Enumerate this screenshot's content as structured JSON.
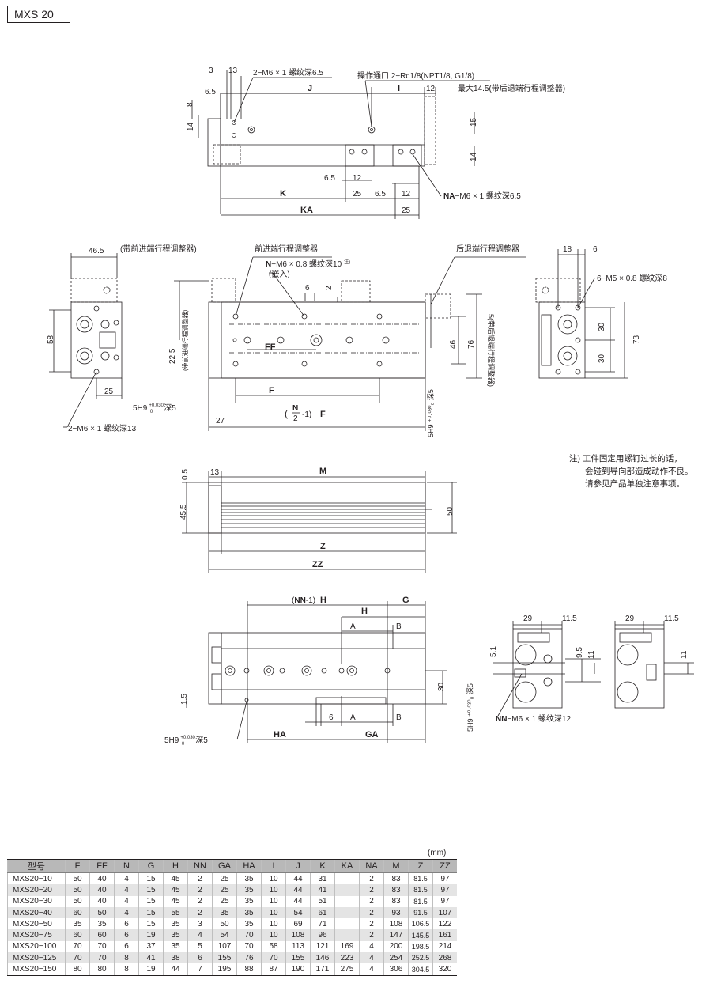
{
  "header": {
    "model_tag": "MXS 20"
  },
  "colors": {
    "line": "#231f20",
    "header_bg": "#b8b8b8",
    "alt_row_bg": "#e4e4e4"
  },
  "top_view": {
    "dim_3": "3",
    "dim_13": "13",
    "dim_6_5": "6.5",
    "dim_8": "8",
    "dim_14": "14",
    "tap_note": "2−M6 × 1 螺纹深6.5",
    "port_note": "操作通口 2−Rc1/8(NPT1/8, G1/8)",
    "dim_J": "J",
    "dim_I": "I",
    "dim_12": "12",
    "max_note": "最大14.5(带后退端行程调整器)",
    "dim_15": "15",
    "dim_14b": "14",
    "dim_6_5b": "6.5",
    "dim_12b": "12",
    "dim_K": "K",
    "dim_25": "25",
    "dim_6_5c": "6.5",
    "dim_12c": "12",
    "dim_KA": "KA",
    "dim_25b": "25",
    "na_note_bold": "NA",
    "na_note": "−M6 × 1 螺纹深6.5"
  },
  "middle_view": {
    "dim_46_5": "46.5",
    "front_adj_paren": "(带前进端行程调整器)",
    "front_adj": "前进端行程调整器",
    "n_note_bold": "N",
    "n_note": "−M6 × 0.8 螺纹深10",
    "n_note_sup": "注)",
    "insert": "(嵌入)",
    "rear_adj": "后退端行程调整器",
    "dim_18": "18",
    "dim_6": "6",
    "m5_note": "6−M5 × 0.8 螺纹深8",
    "dim_58": "58",
    "dim_25": "25",
    "tap13": "2−M6 × 1 螺纹深13",
    "dim_22_5": "22.5",
    "vert_front": "(带前进端行程调整器)",
    "dim_6b": "6",
    "dim_2": "2",
    "dim_FF": "FF",
    "dim_F": "F",
    "dim_27": "27",
    "hole_note": "5H9",
    "hole_tol": "+0.030",
    "hole_tol0": "0",
    "hole_deep": "深5",
    "frac_N": "N",
    "frac_2": "2",
    "frac_rest": "-1)",
    "frac_F": "F",
    "vert_hole": "5H9 ⁺⁰·⁰³⁰₀ 深5",
    "dim_46": "46",
    "dim_76": "76",
    "vert_rear": "5(带后退端行程调整器)",
    "dim_30a": "30",
    "dim_30b": "30",
    "dim_73": "73"
  },
  "note": {
    "line1": "注) 工件固定用螺钉过长的话，",
    "line2": "会碰到导向部造成动作不良。",
    "line3": "请参见产品单独注意事项。"
  },
  "side_view": {
    "dim_0_5": "0.5",
    "dim_13": "13",
    "dim_M": "M",
    "dim_45_5": "45.5",
    "dim_50": "50",
    "dim_Z": "Z",
    "dim_ZZ": "ZZ"
  },
  "bottom_view": {
    "nn_h_prefix": "(",
    "nn_h_NN": "NN",
    "nn_h_suffix": "-1)",
    "nn_h_H": "H",
    "dim_G": "G",
    "dim_H": "H",
    "dim_A": "A",
    "dim_B": "B",
    "dim_1_5": "1.5",
    "dim_30": "30",
    "vert_hole": "5H9 ⁺⁰·⁰³⁰₀ 深5",
    "dim_6": "6",
    "dim_A2": "A",
    "dim_B2": "B",
    "hole_note": "5H9",
    "hole_tol": "+0.030",
    "hole_tol0": "0",
    "hole_deep": "深5",
    "dim_HA": "HA",
    "dim_GA": "GA",
    "dim_29a": "29",
    "dim_11_5a": "11.5",
    "dim_29b": "29",
    "dim_11_5b": "11.5",
    "dim_5_1": "5.1",
    "dim_9_5": "9.5",
    "dim_11a": "11",
    "dim_11b": "11",
    "nn_note_bold": "NN",
    "nn_note": "−M6 × 1 螺纹深12"
  },
  "table": {
    "unit": "(mm)",
    "headers": [
      "型号",
      "F",
      "FF",
      "N",
      "G",
      "H",
      "NN",
      "GA",
      "HA",
      "I",
      "J",
      "K",
      "KA",
      "NA",
      "M",
      "Z",
      "ZZ"
    ],
    "rows": [
      [
        "MXS20−10",
        "50",
        "40",
        "4",
        "15",
        "45",
        "2",
        "25",
        "35",
        "10",
        "44",
        "31",
        "",
        "2",
        "83",
        "81.5",
        "97"
      ],
      [
        "MXS20−20",
        "50",
        "40",
        "4",
        "15",
        "45",
        "2",
        "25",
        "35",
        "10",
        "44",
        "41",
        "",
        "2",
        "83",
        "81.5",
        "97"
      ],
      [
        "MXS20−30",
        "50",
        "40",
        "4",
        "15",
        "45",
        "2",
        "25",
        "35",
        "10",
        "44",
        "51",
        "",
        "2",
        "83",
        "81.5",
        "97"
      ],
      [
        "MXS20−40",
        "60",
        "50",
        "4",
        "15",
        "55",
        "2",
        "35",
        "35",
        "10",
        "54",
        "61",
        "",
        "2",
        "93",
        "91.5",
        "107"
      ],
      [
        "MXS20−50",
        "35",
        "35",
        "6",
        "15",
        "35",
        "3",
        "50",
        "35",
        "10",
        "69",
        "71",
        "",
        "2",
        "108",
        "106.5",
        "122"
      ],
      [
        "MXS20−75",
        "60",
        "60",
        "6",
        "19",
        "35",
        "4",
        "54",
        "70",
        "10",
        "108",
        "96",
        "",
        "2",
        "147",
        "145.5",
        "161"
      ],
      [
        "MXS20−100",
        "70",
        "70",
        "6",
        "37",
        "35",
        "5",
        "107",
        "70",
        "58",
        "113",
        "121",
        "169",
        "4",
        "200",
        "198.5",
        "214"
      ],
      [
        "MXS20−125",
        "70",
        "70",
        "8",
        "41",
        "38",
        "6",
        "155",
        "76",
        "70",
        "155",
        "146",
        "223",
        "4",
        "254",
        "252.5",
        "268"
      ],
      [
        "MXS20−150",
        "80",
        "80",
        "8",
        "19",
        "44",
        "7",
        "195",
        "88",
        "87",
        "190",
        "171",
        "275",
        "4",
        "306",
        "304.5",
        "320"
      ]
    ]
  }
}
